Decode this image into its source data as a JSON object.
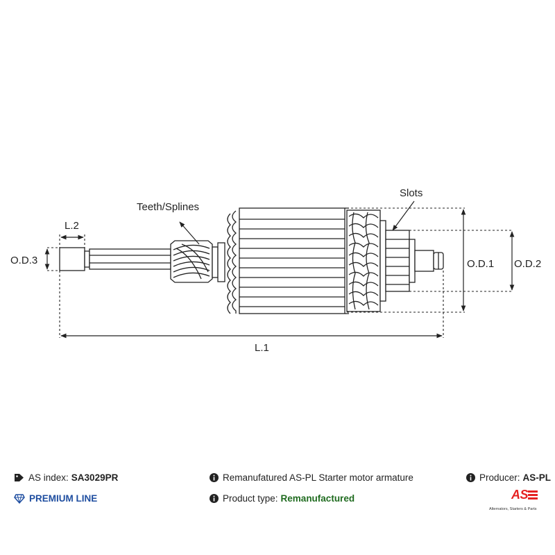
{
  "diagram": {
    "labels": {
      "teeth": "Teeth/Splines",
      "slots": "Slots",
      "l1": "L.1",
      "l2": "L.2",
      "od1": "O.D.1",
      "od2": "O.D.2",
      "od3": "O.D.3"
    }
  },
  "footer": {
    "index_label": "AS index:",
    "index_value": "SA3029PR",
    "premium": "PREMIUM LINE",
    "description": "Remanufatured AS-PL Starter motor armature",
    "product_type_label": "Product type:",
    "product_type_value": "Remanufactured",
    "producer_label": "Producer:",
    "producer_value": "AS-PL",
    "logo_text": "AS",
    "logo_tagline": "Alternators, Starters & Parts"
  },
  "colors": {
    "premium": "#1f4ea0",
    "remanufactured": "#1f6b1f",
    "logo": "#e52222"
  },
  "icons": [
    "tag-icon",
    "gem-icon",
    "info-icon"
  ]
}
